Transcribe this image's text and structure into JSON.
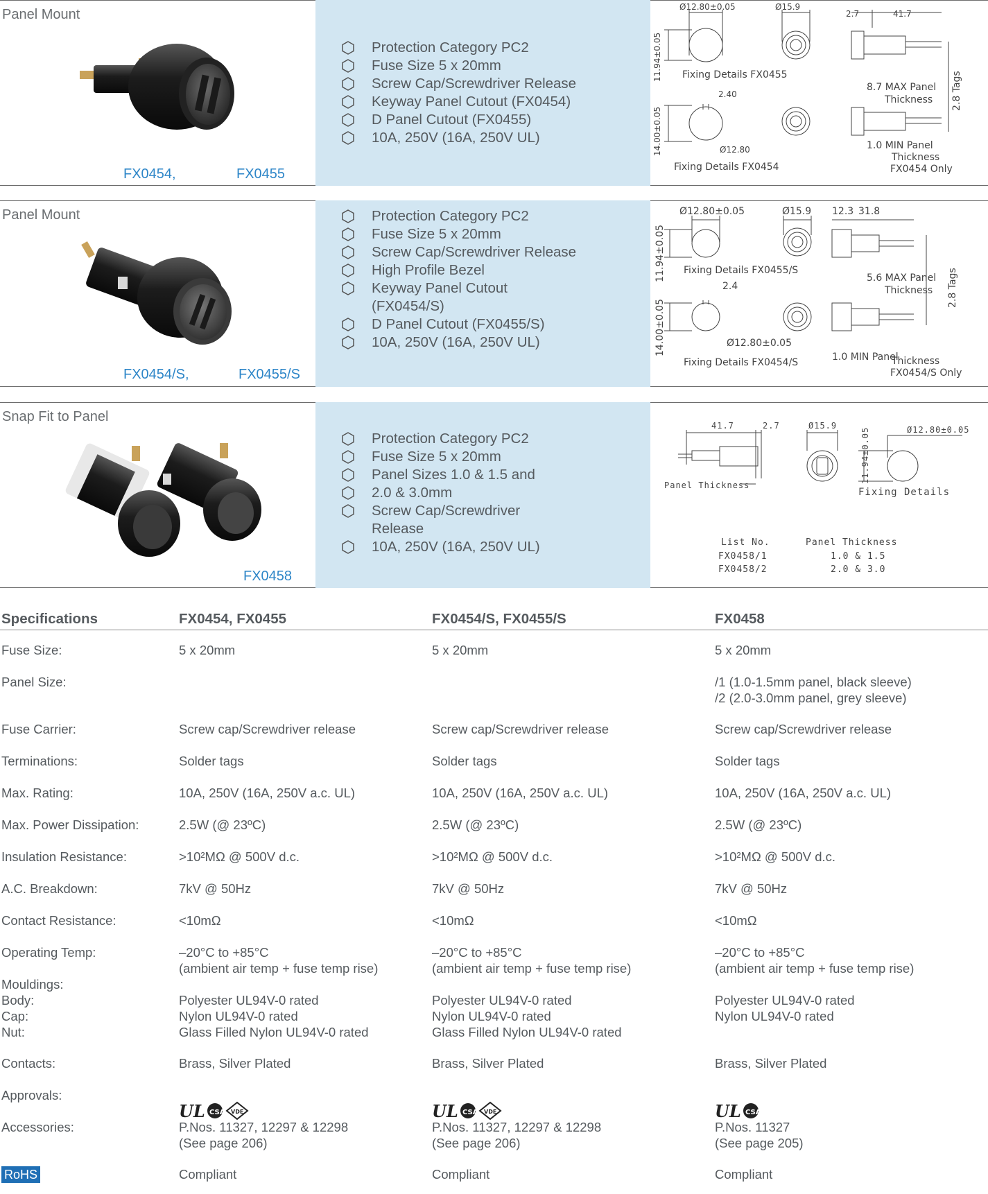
{
  "products": [
    {
      "title": "Panel Mount",
      "codes": [
        "FX0454,",
        "FX0455"
      ],
      "features": [
        {
          "text": "Protection Category PC2",
          "bullet": true
        },
        {
          "text": "Fuse Size 5 x 20mm",
          "bullet": true
        },
        {
          "text": "Screw Cap/Screwdriver Release",
          "bullet": true
        },
        {
          "text": "Keyway Panel Cutout (FX0454)",
          "bullet": true
        },
        {
          "text": "D Panel Cutout (FX0455)",
          "bullet": true
        },
        {
          "text": "10A, 250V (16A, 250V UL)",
          "bullet": true
        }
      ],
      "drawing": {
        "d1": "Ø12.80±0.05",
        "d2": "Ø15.9",
        "d3": "2.7",
        "d4": "41.7",
        "v1": "11.94±0.05",
        "fix1": "Fixing Details FX0455",
        "d5": "8.7 MAX Panel",
        "d5b": "Thickness",
        "tags": "2.8 Tags",
        "d6": "2.40",
        "v2": "14.00±0.05",
        "d7": "Ø12.80",
        "fix2": "Fixing Details FX0454",
        "d8": "1.0 MIN Panel",
        "d8b": "Thickness",
        "d8c": "FX0454 Only"
      }
    },
    {
      "title": "Panel Mount",
      "codes": [
        "FX0454/S,",
        "FX0455/S"
      ],
      "features": [
        {
          "text": "Protection Category PC2",
          "bullet": true
        },
        {
          "text": "Fuse Size 5 x 20mm",
          "bullet": true
        },
        {
          "text": "Screw Cap/Screwdriver Release",
          "bullet": true
        },
        {
          "text": "High Profile Bezel",
          "bullet": true
        },
        {
          "text": "Keyway Panel Cutout",
          "bullet": true
        },
        {
          "text": "(FX0454/S)",
          "bullet": false
        },
        {
          "text": "D Panel Cutout (FX0455/S)",
          "bullet": true
        },
        {
          "text": "10A, 250V (16A, 250V UL)",
          "bullet": true
        }
      ],
      "drawing": {
        "d1": "Ø12.80±0.05",
        "d2": "Ø15.9",
        "d3": "12.3",
        "d4": "31.8",
        "v1": "11.94±0.05",
        "fix1": "Fixing Details FX0455/S",
        "d5": "5.6 MAX Panel",
        "d5b": "Thickness",
        "tags": "2.8 Tags",
        "d6": "2.4",
        "v2": "14.00±0.05",
        "d7": "Ø12.80±0.05",
        "fix2": "Fixing Details FX0454/S",
        "d8": "1.0 MIN Panel",
        "d8b": "Thickness",
        "d8c": "FX0454/S Only"
      }
    },
    {
      "title": "Snap Fit to Panel",
      "codes": [
        "FX0458"
      ],
      "features": [
        {
          "text": "Protection Category PC2",
          "bullet": true
        },
        {
          "text": "Fuse Size 5 x 20mm",
          "bullet": true
        },
        {
          "text": "Panel Sizes 1.0 & 1.5 and",
          "bullet": true
        },
        {
          "text": "2.0 & 3.0mm",
          "bullet": true
        },
        {
          "text": "Screw Cap/Screwdriver",
          "bullet": true
        },
        {
          "text": "Release",
          "bullet": false
        },
        {
          "text": "10A, 250V (16A, 250V UL)",
          "bullet": true
        }
      ],
      "drawing": {
        "d1": "41.7",
        "d2": "2.7",
        "d3": "Ø15.9",
        "v1": "11.94±0.05",
        "d4": "Ø12.80±0.05",
        "panel": "Panel Thickness",
        "fix": "Fixing Details",
        "list_h": "List No.",
        "thick_h": "Panel Thickness",
        "l1": "FX0458/1",
        "t1": "1.0 & 1.5",
        "l2": "FX0458/2",
        "t2": "2.0 & 3.0"
      }
    }
  ],
  "specs": {
    "headers": [
      "Specifications",
      "FX0454, FX0455",
      "FX0454/S, FX0455/S",
      "FX0458"
    ],
    "rows": [
      {
        "label": "Fuse Size:",
        "v": [
          "5 x 20mm",
          "5 x 20mm",
          "5 x 20mm"
        ]
      },
      {
        "label": "Panel Size:",
        "v": [
          "",
          "",
          "/1 (1.0-1.5mm panel, black sleeve)\n/2 (2.0-3.0mm panel, grey sleeve)"
        ]
      },
      {
        "label": "Fuse Carrier:",
        "v": [
          "Screw cap/Screwdriver release",
          "Screw cap/Screwdriver release",
          "Screw cap/Screwdriver release"
        ]
      },
      {
        "label": "Terminations:",
        "v": [
          "Solder tags",
          "Solder tags",
          "Solder tags"
        ]
      },
      {
        "label": "Max. Rating:",
        "v": [
          "10A, 250V (16A, 250V a.c. UL)",
          "10A, 250V (16A, 250V a.c. UL)",
          "10A, 250V (16A, 250V a.c. UL)"
        ]
      },
      {
        "label": "Max. Power Dissipation:",
        "v": [
          "2.5W (@ 23ºC)",
          "2.5W (@ 23ºC)",
          "2.5W (@ 23ºC)"
        ]
      },
      {
        "label": "Insulation Resistance:",
        "v": [
          ">10²MΩ @ 500V d.c.",
          ">10²MΩ @ 500V d.c.",
          ">10²MΩ @ 500V d.c."
        ]
      },
      {
        "label": "A.C. Breakdown:",
        "v": [
          "7kV @ 50Hz",
          "7kV @ 50Hz",
          "7kV @ 50Hz"
        ]
      },
      {
        "label": "Contact Resistance:",
        "v": [
          "<10mΩ",
          "<10mΩ",
          "<10mΩ"
        ]
      },
      {
        "label": "Operating Temp:",
        "v": [
          "–20°C to +85°C\n(ambient air temp + fuse temp rise)",
          "–20°C to +85°C\n(ambient air temp + fuse temp rise)",
          "–20°C to +85°C\n(ambient air temp + fuse temp rise)"
        ]
      },
      {
        "label": "Mouldings:\nBody:\nCap:\nNut:",
        "v": [
          "\nPolyester UL94V-0 rated\nNylon UL94V-0 rated\nGlass Filled Nylon UL94V-0 rated",
          "\nPolyester UL94V-0 rated\nNylon UL94V-0 rated\nGlass Filled Nylon UL94V-0 rated",
          "\nPolyester UL94V-0 rated\nNylon UL94V-0 rated"
        ]
      },
      {
        "label": "Contacts:",
        "v": [
          "Brass, Silver Plated",
          "Brass, Silver Plated",
          "Brass, Silver Plated"
        ]
      },
      {
        "label": "Approvals:",
        "approvals": [
          [
            "UL",
            "CSA",
            "VDE"
          ],
          [
            "UL",
            "CSA",
            "VDE"
          ],
          [
            "UL",
            "CSA"
          ]
        ]
      },
      {
        "label": "Accessories:",
        "v": [
          "P.Nos. 11327, 12297 & 12298\n(See page 206)",
          "P.Nos. 11327, 12297 & 12298\n(See page 206)",
          "P.Nos. 11327\n(See page 205)"
        ]
      },
      {
        "label": "RoHS",
        "v": [
          "Compliant",
          "Compliant",
          "Compliant"
        ]
      }
    ]
  }
}
